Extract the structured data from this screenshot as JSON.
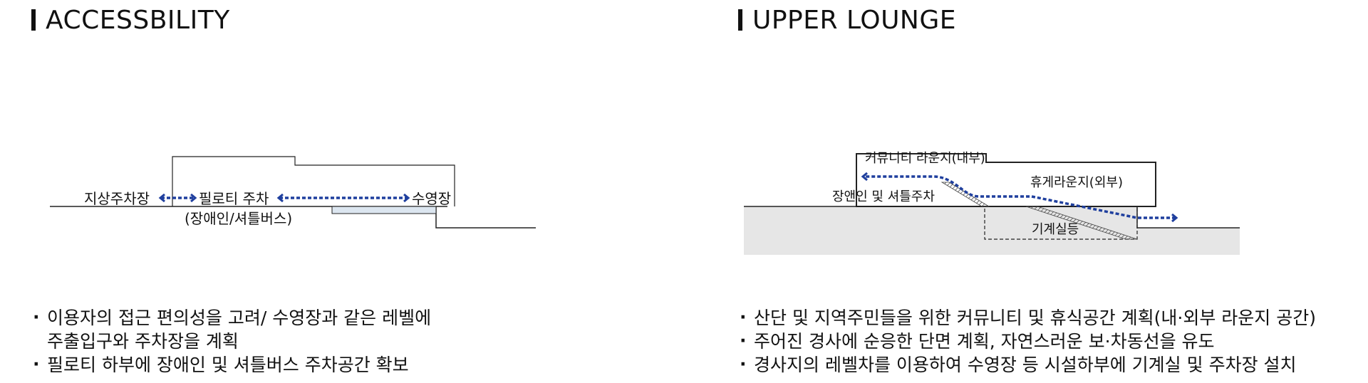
{
  "left_panel": {
    "title": "ACCESSBILITY",
    "labels": {
      "ground_parking": "지상주차장",
      "piloti_parking": "필로티 주차",
      "piloti_sub": "(장애인/셔틀버스)",
      "pool": "수영장"
    },
    "bullets": [
      "이용자의 접근 편의성을 고려/ 수영장과 같은 레벨에",
      "주출입구와 주차장을 계획",
      "필로티 하부에 장애인 및 셔틀버스 주차공간 확보"
    ]
  },
  "right_panel": {
    "title": "UPPER LOUNGE",
    "labels": {
      "community_lounge": "커뮤니티 라운지(내부)",
      "rest_lounge": "휴게라운지(외부)",
      "accessible_parking": "장앤인 및 셔틀주차",
      "machine_room": "기계실등"
    },
    "bullets": [
      "산단 및 지역주민들을 위한 커뮤니티 및 휴식공간 계획(내·외부 라운지 공간)",
      "주어진 경사에 순응한 단면 계획, 자연스러운 보·차동선을 유도",
      "경사지의 레벨차를 이용하여 수영장 등 시설하부에 기계실 및 주차장 설치"
    ]
  },
  "colors": {
    "arrow": "#1f3f9e",
    "ground_fill": "#e6e6e6",
    "slab_fill": "#dce6f0"
  }
}
